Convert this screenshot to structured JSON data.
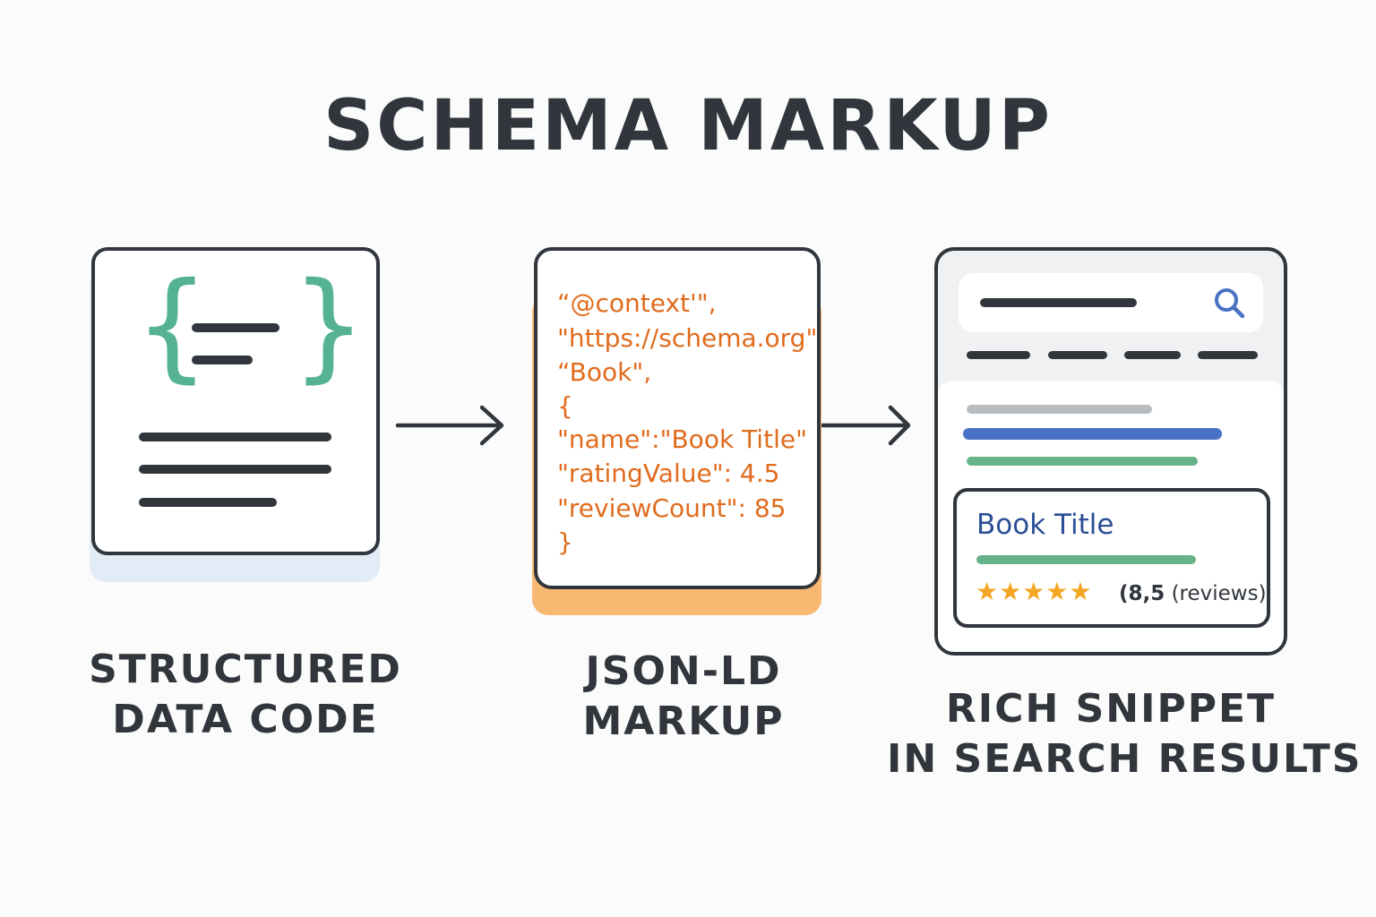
{
  "title": "SCHEMA MARKUP",
  "panels": [
    {
      "caption_lines": [
        "STRUCTURED",
        "DATA CODE"
      ],
      "icon": "curly-braces-document-icon"
    },
    {
      "caption_lines": [
        "JSON-LD",
        "MARKUP"
      ],
      "code_lines": [
        "“@context'\",",
        "\"https://schema.org\"",
        "“Book\",",
        "{",
        "\"name\":\"Book Title\"",
        "\"ratingValue\": 4.5",
        "\"reviewCount\": 85",
        "}"
      ]
    },
    {
      "caption_lines": [
        "RICH SNIPPET",
        "IN SEARCH RESULTS"
      ],
      "snippet": {
        "title": "Book Title",
        "stars": "★★★★★",
        "rating_count": "(8,5",
        "rating_label": "(reviews)"
      },
      "search_icon": "magnifier-icon"
    }
  ],
  "colors": {
    "dark": "#30363c",
    "teal": "#56b295",
    "orange_code": "#e06b1d",
    "orange_shadow": "#f9b872",
    "blue_shadow": "#e1ecf6",
    "link_blue": "#4a72c4",
    "green": "#67b389",
    "gray": "#b8bcc0",
    "star": "#f4a623"
  }
}
